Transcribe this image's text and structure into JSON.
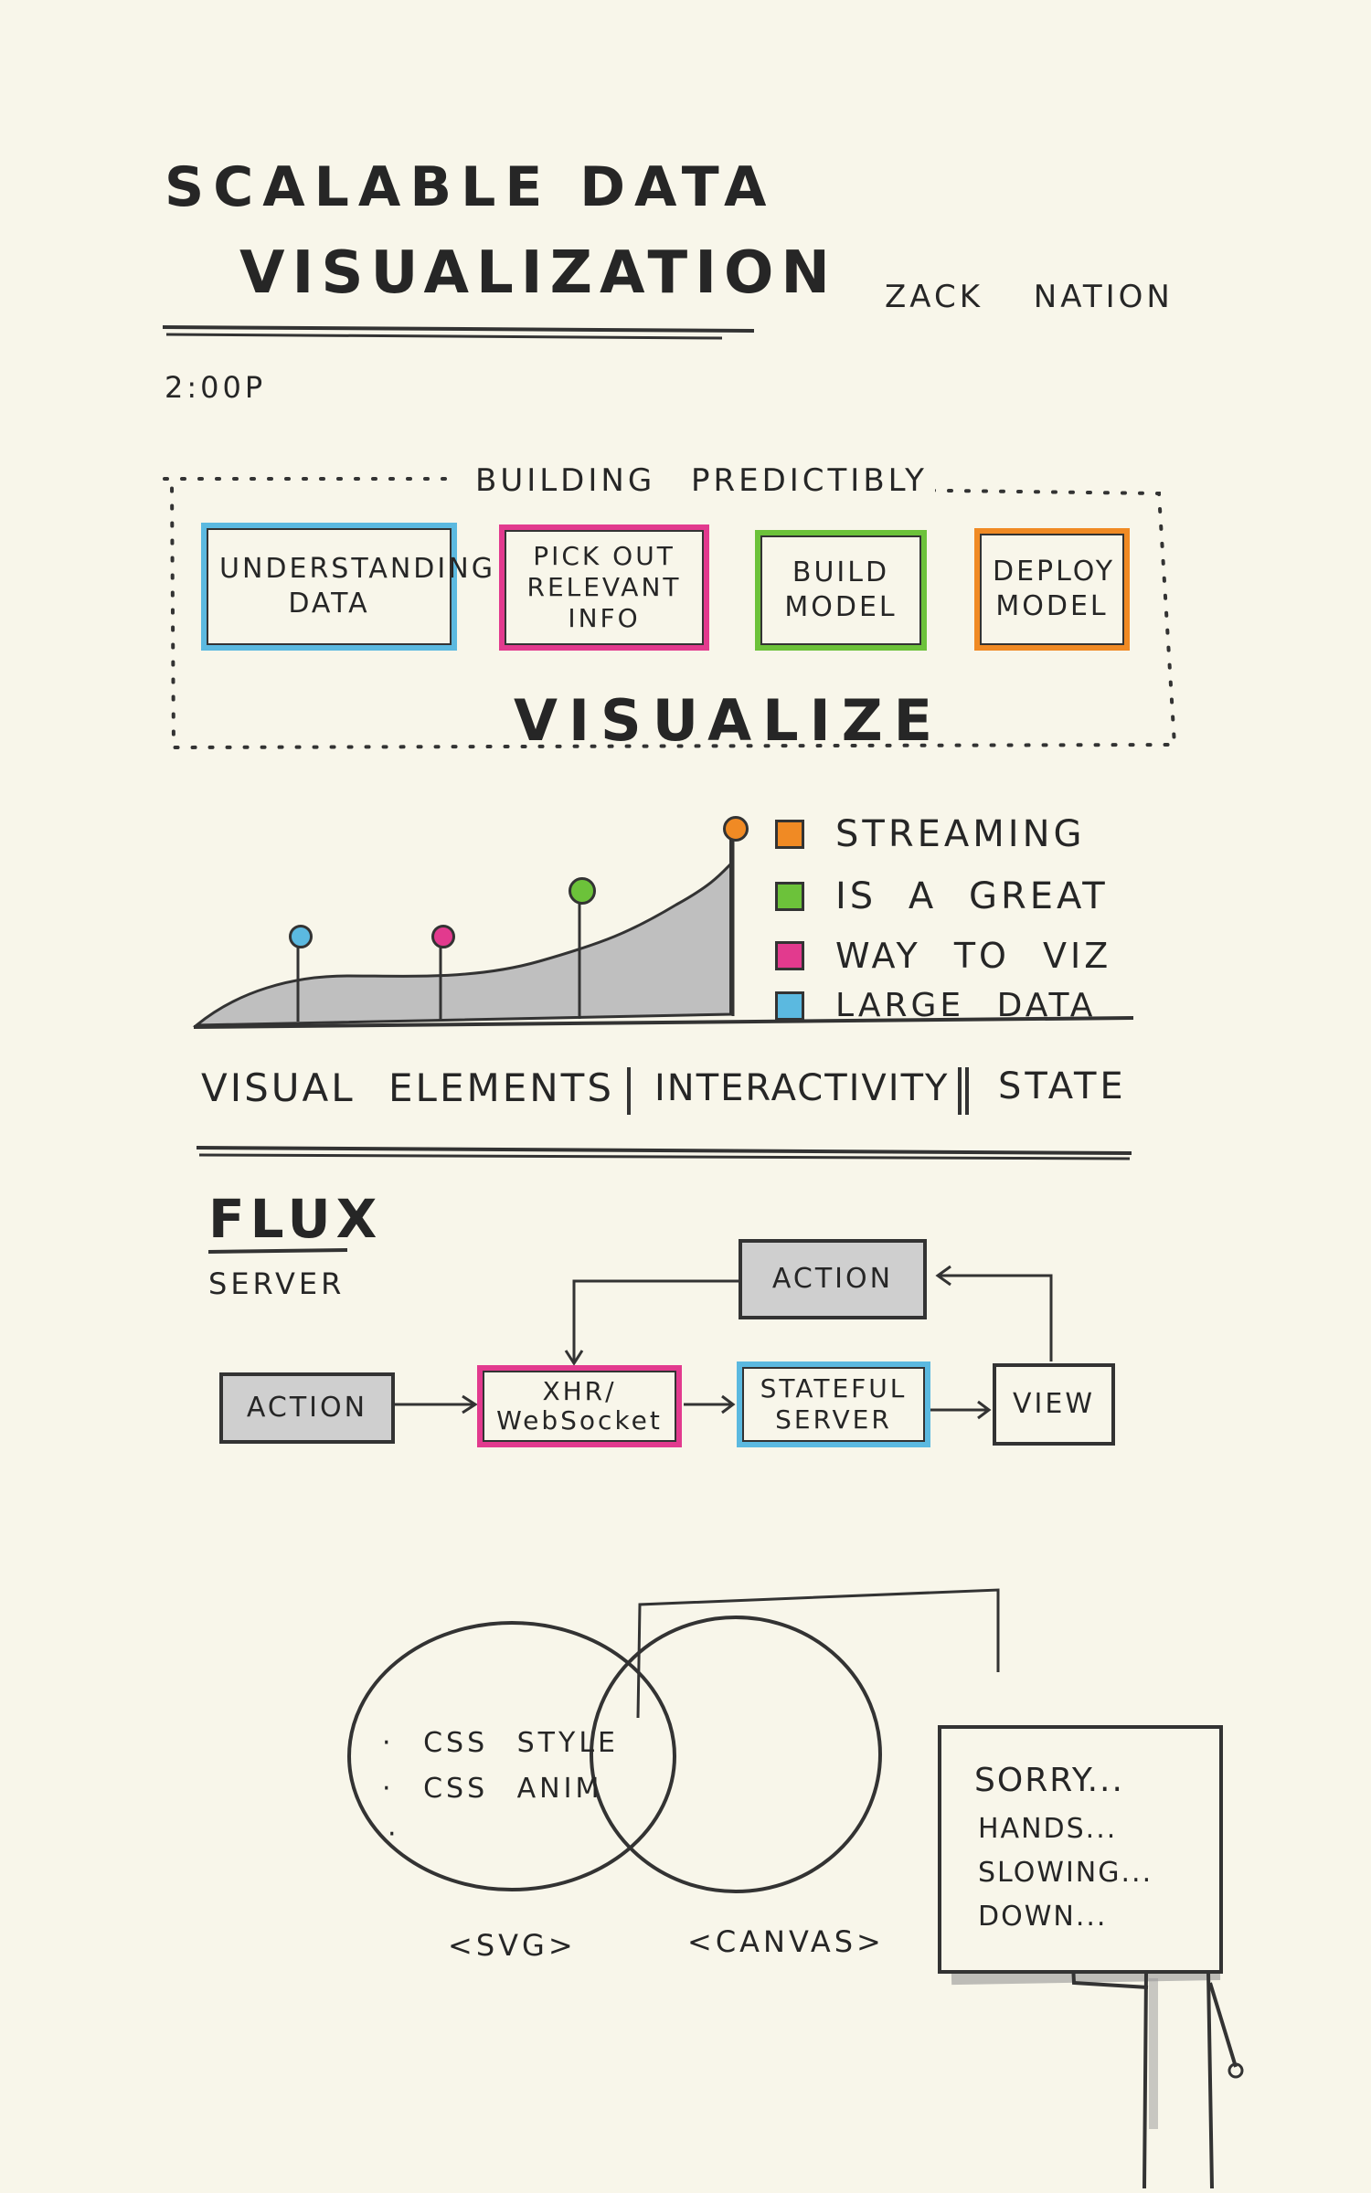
{
  "header": {
    "title_line1": "SCALABLE DATA",
    "title_line2": "VISUALIZATION",
    "author": "ZACK NATION",
    "time": "2:00P"
  },
  "building": {
    "label": "BUILDING PREDICTIBLY",
    "steps": [
      {
        "label": "UNDERSTANDING DATA",
        "color": "#5bb9e0"
      },
      {
        "label": "PICK OUT RELEVANT INFO",
        "color": "#e23a8e"
      },
      {
        "label": "BUILD MODEL",
        "color": "#6cc23a"
      },
      {
        "label": "DEPLOY MODEL",
        "color": "#f08a24"
      }
    ],
    "footer": "VISUALIZE"
  },
  "legend": [
    {
      "label": "STREAMING",
      "color": "#f08a24"
    },
    {
      "label": "IS A GREAT",
      "color": "#6cc23a"
    },
    {
      "label": "WAY TO VIZ",
      "color": "#e23a8e"
    },
    {
      "label": "LARGE DATA",
      "color": "#5bb9e0"
    }
  ],
  "pins": [
    {
      "color": "#5bb9e0"
    },
    {
      "color": "#e23a8e"
    },
    {
      "color": "#6cc23a"
    },
    {
      "color": "#f08a24"
    }
  ],
  "concepts": {
    "a": "VISUAL ELEMENTS",
    "b": "INTERACTIVITY",
    "c": "STATE"
  },
  "flux": {
    "title": "FLUX",
    "subtitle": "SERVER",
    "action_top": "ACTION",
    "action_left": "ACTION",
    "xhr": "XHR/ WebSocket",
    "stateful": "STATEFUL SERVER",
    "view": "VIEW",
    "gray": "#cfcfcf",
    "xhr_color": "#e23a8e",
    "stateful_color": "#5bb9e0"
  },
  "venn": {
    "svg_items": [
      "· CSS STYLE",
      "· CSS ANIM",
      "·"
    ],
    "svg_label": "<SVG>",
    "canvas_label": "<CANVAS>"
  },
  "note": {
    "lines": [
      "SORRY...",
      "HANDS...",
      "SLOWING...",
      "DOWN..."
    ]
  }
}
